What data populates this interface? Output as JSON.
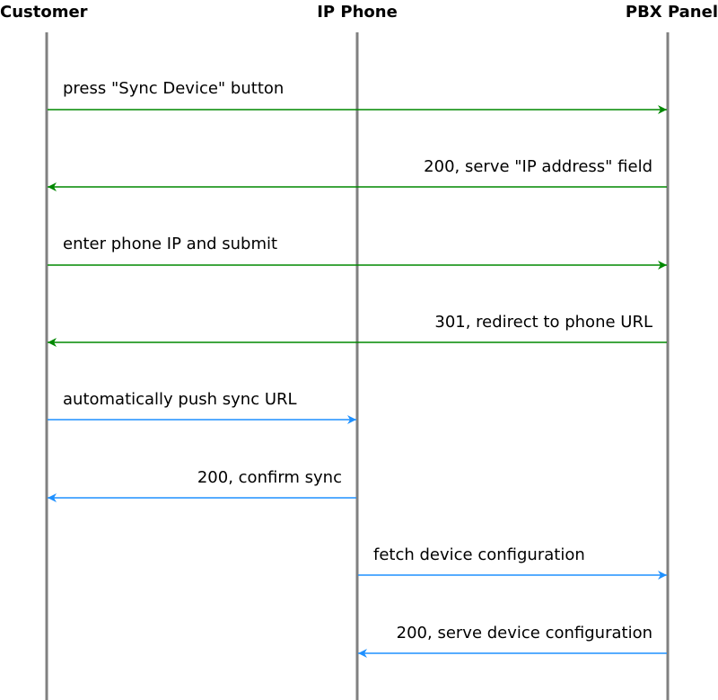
{
  "actors": [
    {
      "id": "customer",
      "name": "Customer"
    },
    {
      "id": "phone",
      "name": "IP Phone"
    },
    {
      "id": "pbx",
      "name": "PBX Panel"
    }
  ],
  "colors": {
    "lifeline": "#808080",
    "green": "#008800",
    "blue": "#1e90ff"
  },
  "messages": [
    {
      "from": "customer",
      "to": "pbx",
      "label": "press \"Sync Device\" button",
      "color": "green"
    },
    {
      "from": "pbx",
      "to": "customer",
      "label": "200, serve \"IP address\" field",
      "color": "green"
    },
    {
      "from": "customer",
      "to": "pbx",
      "label": "enter phone IP and submit",
      "color": "green"
    },
    {
      "from": "pbx",
      "to": "customer",
      "label": "301, redirect to phone URL",
      "color": "green"
    },
    {
      "from": "customer",
      "to": "phone",
      "label": "automatically push sync URL",
      "color": "blue"
    },
    {
      "from": "phone",
      "to": "customer",
      "label": "200, confirm sync",
      "color": "blue"
    },
    {
      "from": "phone",
      "to": "pbx",
      "label": "fetch device configuration",
      "color": "blue"
    },
    {
      "from": "pbx",
      "to": "phone",
      "label": "200, serve device configuration",
      "color": "blue"
    }
  ]
}
